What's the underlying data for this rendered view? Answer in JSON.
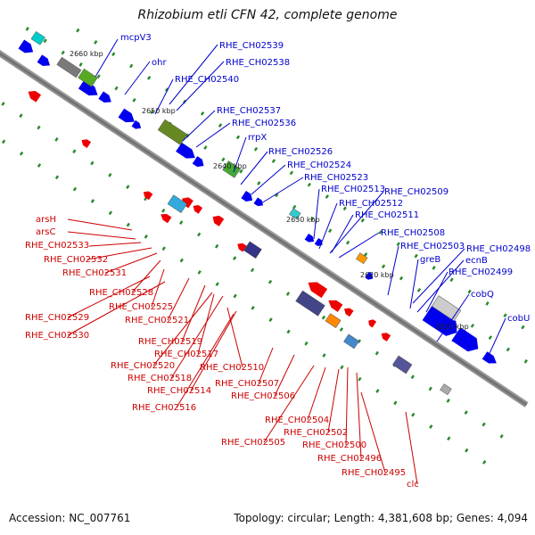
{
  "title": "Rhizobium etli CFN 42, complete genome",
  "footer": {
    "accession": "Accession: NC_007761",
    "summary": "Topology: circular; Length: 4,381,608 bp; Genes: 4,094"
  },
  "colors": {
    "forward": "#0000ee",
    "reverse": "#ee0000",
    "backbone": "#808080",
    "tick": "#2a8a2a"
  },
  "ticks": [
    {
      "text": "2660 kbp"
    },
    {
      "text": "2650 kbp"
    },
    {
      "text": "2640 kbp"
    },
    {
      "text": "2630 kbp"
    },
    {
      "text": "2620 kbp"
    },
    {
      "text": "2610 kbp"
    }
  ],
  "forward_labels": [
    "mcpV3",
    "ohr",
    "RHE_CH02539",
    "RHE_CH02538",
    "RHE_CH02540",
    "RHE_CH02537",
    "RHE_CH02536",
    "rrpX",
    "RHE_CH02526",
    "RHE_CH02524",
    "RHE_CH02523",
    "RHE_CH02513",
    "RHE_CH02509",
    "RHE_CH02512",
    "RHE_CH02511",
    "RHE_CH02508",
    "RHE_CH02503",
    "RHE_CH02498",
    "greB",
    "ecnB",
    "RHE_CH02499",
    "cobQ",
    "cobU"
  ],
  "reverse_labels": [
    "arsH",
    "arsC",
    "RHE_CH02533",
    "RHE_CH02532",
    "RHE_CH02531",
    "RHE_CH02528",
    "RHE_CH02525",
    "RHE_CH02529",
    "RHE_CH02521",
    "RHE_CH02530",
    "RHE_CH02519",
    "RHE_CH02517",
    "RHE_CH02520",
    "RHE_CH02510",
    "RHE_CH02518",
    "RHE_CH02507",
    "RHE_CH02514",
    "RHE_CH02506",
    "RHE_CH02516",
    "RHE_CH02504",
    "RHE_CH02502",
    "RHE_CH02505",
    "RHE_CH02500",
    "RHE_CH02496",
    "RHE_CH02495",
    "clc"
  ]
}
